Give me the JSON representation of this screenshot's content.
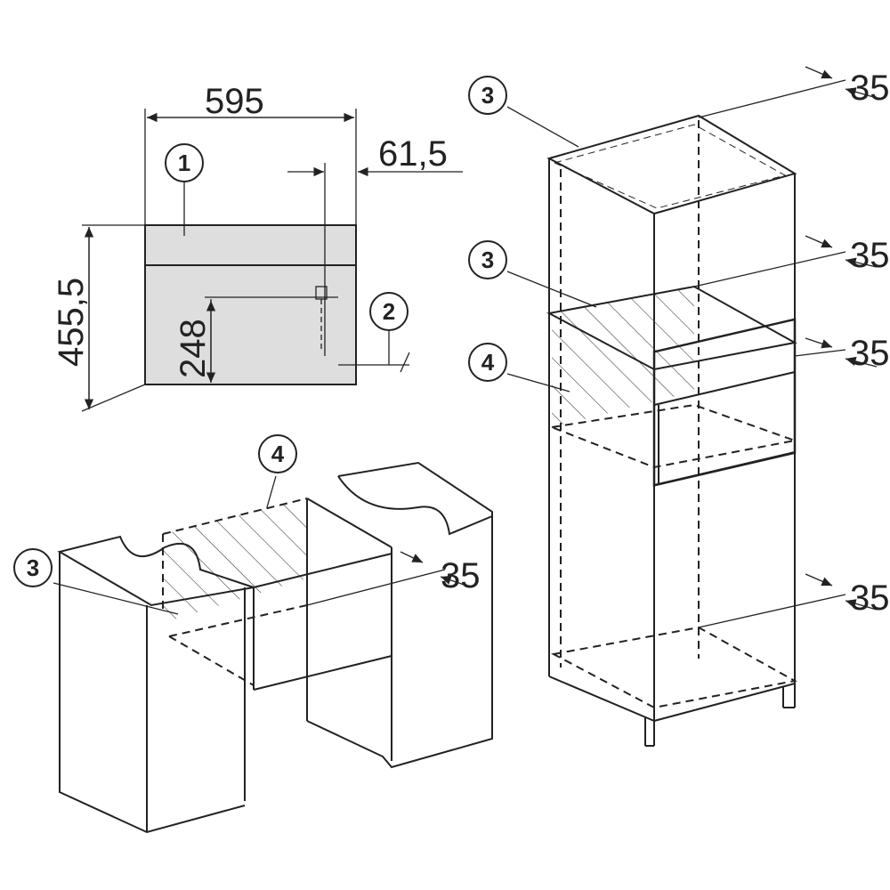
{
  "dimensions": {
    "width": "595",
    "offset": "61,5",
    "height": "455,5",
    "connection_height": "248",
    "gap": "35"
  },
  "callouts": {
    "front": "1",
    "cable": "2",
    "ventilation": "3",
    "cutout": "4"
  },
  "colors": {
    "line": "#222222",
    "panel": "#dedede"
  }
}
